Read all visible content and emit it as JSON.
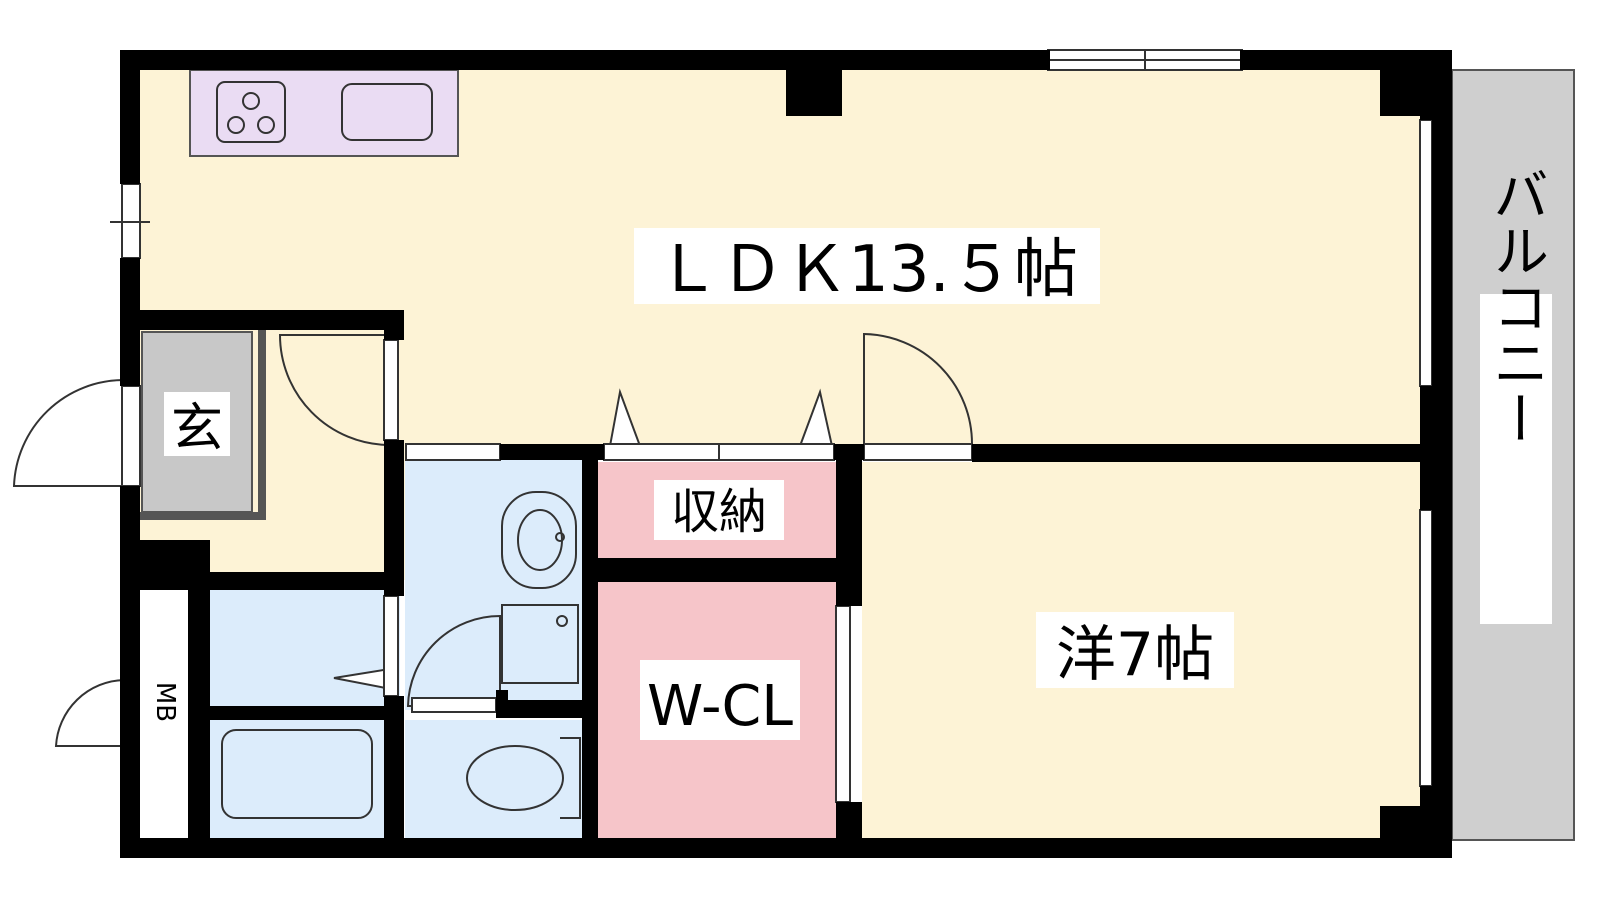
{
  "floorplan": {
    "rooms": {
      "ldk": "ＬＤＫ13.５帖",
      "western_room": "洋7帖",
      "entrance": "玄",
      "storage": "収納",
      "walk_in_closet": "W-CL",
      "meter_box": "MB",
      "balcony": "バルコニー"
    },
    "colors": {
      "ldk_floor": "#fdf3d6",
      "wet_area": "#dcecfb",
      "storage": "#f6c5c9",
      "kitchen": "#eadcf3",
      "entrance_floor": "#c8c8c8",
      "balcony": "#cfcfcf",
      "wall": "#000000"
    }
  }
}
